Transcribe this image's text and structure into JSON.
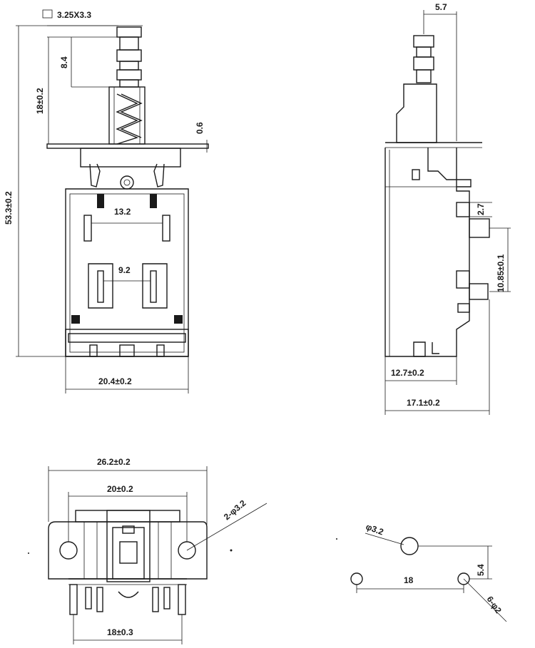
{
  "drawing": {
    "front_view": {
      "button_size": "3.25X3.3",
      "plunger_height": "8.4",
      "top_height": "18±0.2",
      "total_height": "53.3±0.2",
      "flange_thickness": "0.6",
      "terminal_spacing_outer": "13.2",
      "terminal_spacing_inner": "9.2",
      "body_width": "20.4±0.2"
    },
    "side_view": {
      "plunger_width": "5.7",
      "pin_offset": "2.7",
      "pin_pitch": "10.85±0.1",
      "body_depth": "12.7±0.2",
      "overall_depth": "17.1±0.2"
    },
    "bottom_view": {
      "flange_width": "26.2±0.2",
      "hole_spacing": "20±0.2",
      "mount_holes": "2-φ3.2",
      "pin_span": "18±0.3"
    },
    "hole_pattern": {
      "center_hole": "φ3.2",
      "offset": "5.4",
      "spacing": "18",
      "small_holes": "6-φ2"
    }
  }
}
